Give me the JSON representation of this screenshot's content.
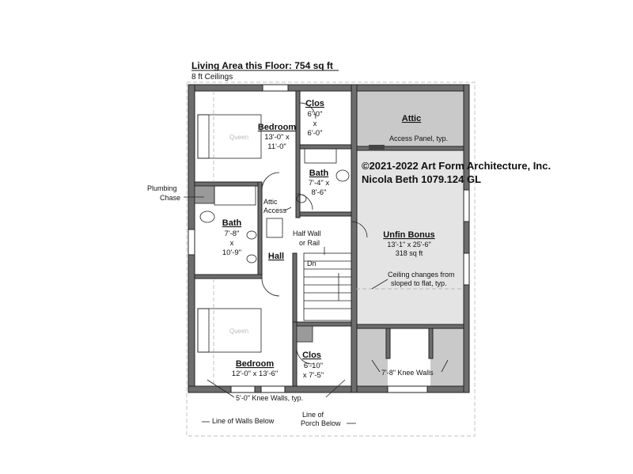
{
  "header": {
    "title": "Living Area this Floor: 754 sq ft",
    "subtitle": "8 ft Ceilings"
  },
  "copyright": {
    "line1": "©2021-2022 Art Form Architecture, Inc.",
    "line2": "Nicola Beth 1079.124 GL"
  },
  "rooms": {
    "bedroom_top": {
      "name": "Bedroom",
      "dim1": "13'-0\" x",
      "dim2": "11'-0\""
    },
    "closet_top": {
      "name": "Clos",
      "dim1": "6'-0\"",
      "dim2": "x",
      "dim3": "6'-0\""
    },
    "bath_right": {
      "name": "Bath",
      "dim1": "7'-4\" x",
      "dim2": "8'-6\""
    },
    "bath_left": {
      "name": "Bath",
      "dim1": "7'-8\"",
      "dim2": "x",
      "dim3": "10'-9\""
    },
    "hall": {
      "name": "Hall"
    },
    "bedroom_bottom": {
      "name": "Bedroom",
      "dim1": "12'-0\" x 13'-6\""
    },
    "closet_bottom": {
      "name": "Clos",
      "dim1": "6'-10\"",
      "dim2": "x 7'-5\""
    },
    "attic": {
      "name": "Attic"
    },
    "unfin_bonus": {
      "name": "Unfin Bonus",
      "dim1": "13'-1\" x 25'-6\"",
      "dim2": "318 sq ft"
    }
  },
  "labels": {
    "plumbing_1": "Plumbing",
    "plumbing_2": "Chase",
    "attic_access_1": "Attic",
    "attic_access_2": "Access",
    "half_wall_1": "Half Wall",
    "half_wall_2": "or Rail",
    "stair_dn": "Dn",
    "access_panel": "Access Panel, typ.",
    "ceiling_1": "Ceiling changes from",
    "ceiling_2": "sloped to flat, typ.",
    "knee_walls_right": "7'-8\" Knee Walls",
    "knee_walls_bottom": "5'-0\" Knee Walls, typ.",
    "walls_below": "Line of Walls Below",
    "porch_1": "Line of",
    "porch_2": "Porch Below",
    "bed_top": "Queen",
    "bed_bottom": "Queen"
  },
  "colors": {
    "wall": "#6d6d6d",
    "attic_fill": "#c9c9c9",
    "bonus_fill": "#e4e4e4"
  }
}
